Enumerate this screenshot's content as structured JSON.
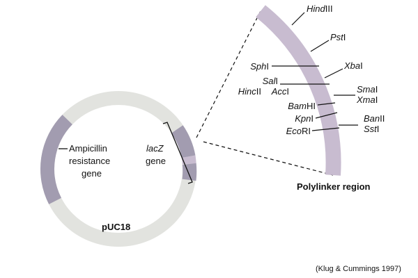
{
  "plasmid": {
    "name": "pUC18",
    "ampicillin_label": [
      "Ampicillin",
      "resistance",
      "gene"
    ],
    "lacz_label": {
      "gene_name": "lacZ",
      "suffix": "gene"
    }
  },
  "polylinker": {
    "title": "Polylinker region",
    "sites": [
      {
        "italic": "Hind",
        "roman": "III"
      },
      {
        "italic": "Pst",
        "roman": "I"
      },
      {
        "italic": "Sph",
        "roman": "I"
      },
      {
        "italic": "Xba",
        "roman": "I"
      },
      {
        "italic": "Sal",
        "roman": "I"
      },
      {
        "italic": "Hinc",
        "roman": "II"
      },
      {
        "italic": "Acc",
        "roman": "I"
      },
      {
        "italic": "Sma",
        "roman": "I"
      },
      {
        "italic": "Xma",
        "roman": "I"
      },
      {
        "italic": "Bam",
        "roman": "HI"
      },
      {
        "italic": "Kpn",
        "roman": "I"
      },
      {
        "italic": "Ban",
        "roman": "II"
      },
      {
        "italic": "Sst",
        "roman": "I"
      },
      {
        "italic": "Eco",
        "roman": "RI"
      }
    ]
  },
  "credit": "(Klug & Cummings 1997)",
  "colors": {
    "ring_light": "#e2e3df",
    "ring_dark": "#a29cb0",
    "polylinker_band": "#c8bcd0",
    "line": "#111111"
  }
}
